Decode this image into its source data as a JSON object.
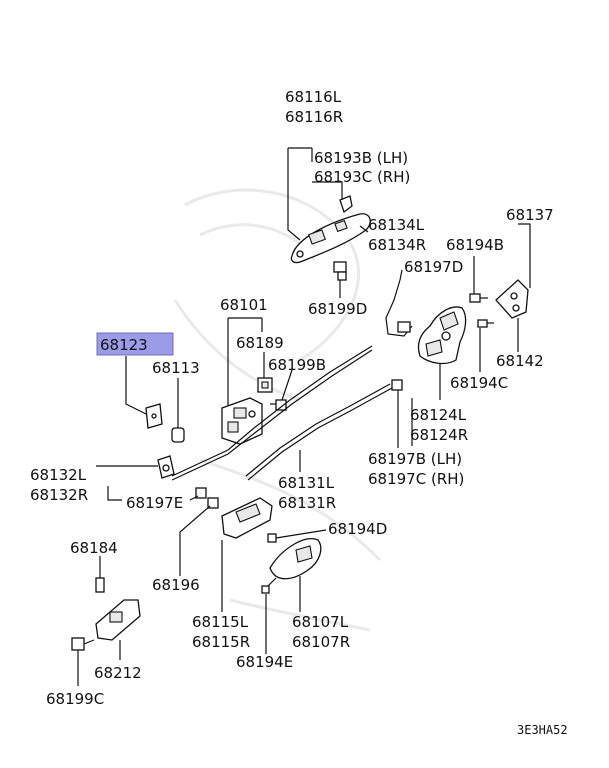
{
  "labels": {
    "p68116": [
      "68116L",
      "68116R"
    ],
    "p68193": [
      "68193B (LH)",
      "68193C (RH)"
    ],
    "p68134": [
      "68134L",
      "68134R"
    ],
    "p68137": "68137",
    "p68194b": "68194B",
    "p68197d": "68197D",
    "p68199d": "68199D",
    "p68142": "68142",
    "p68194c": "68194C",
    "p68101": "68101",
    "p68189": "68189",
    "p68199b": "68199B",
    "p68123": "68123",
    "p68113": "68113",
    "p68124": [
      "68124L",
      "68124R"
    ],
    "p68132": [
      "68132L",
      "68132R"
    ],
    "p68197e": "68197E",
    "p68197bc": [
      "68197B (LH)",
      "68197C (RH)"
    ],
    "p68131": [
      "68131L",
      "68131R"
    ],
    "p68194d": "68194D",
    "p68184": "68184",
    "p68196": "68196",
    "p68115": [
      "68115L",
      "68115R"
    ],
    "p68107": [
      "68107L",
      "68107R"
    ],
    "p68194e": "68194E",
    "p68212": "68212",
    "p68199c": "68199C",
    "figure_code": "3E3HA52"
  },
  "highlight": {
    "part": "68123",
    "color": "#9b9be8"
  }
}
